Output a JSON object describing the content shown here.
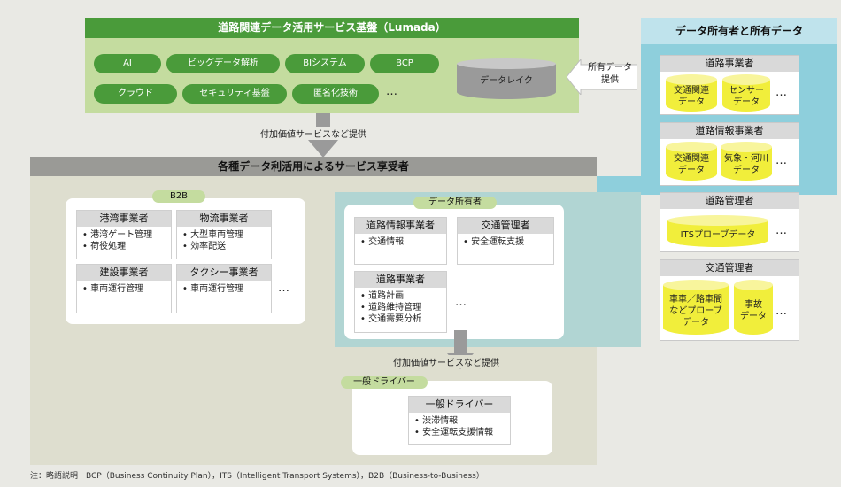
{
  "platform": {
    "title": "道路関連データ活用サービス基盤（Lumada）",
    "services": [
      "AI",
      "ビッグデータ解析",
      "BIシステム",
      "BCP",
      "クラウド",
      "セキュリティ基盤",
      "匿名化技術"
    ],
    "more": "…",
    "datalake": "データレイク"
  },
  "provide_label": "所有データ\n提供",
  "owners_panel": {
    "title": "データ所有者と所有データ",
    "groups": [
      {
        "name": "道路事業者",
        "data": [
          "交通関連\nデータ",
          "センサー\nデータ"
        ],
        "more": "…"
      },
      {
        "name": "道路情報事業者",
        "data": [
          "交通関連\nデータ",
          "気象・河川\nデータ"
        ],
        "more": "…"
      },
      {
        "name": "道路管理者",
        "data": [
          "ITSプローブデータ"
        ],
        "more": "…"
      },
      {
        "name": "交通管理者",
        "data": [
          "車車／路車間\nなどプローブ\nデータ",
          "事故\nデータ"
        ],
        "more": "…"
      }
    ]
  },
  "arrow1_label": "付加価値サービスなど提供",
  "consumers": {
    "title": "各種データ利活用によるサービス享受者",
    "b2b": {
      "tag": "B2B",
      "cards": [
        {
          "name": "港湾事業者",
          "items": [
            "港湾ゲート管理",
            "荷役処理"
          ]
        },
        {
          "name": "物流事業者",
          "items": [
            "大型車両管理",
            "効率配送"
          ]
        },
        {
          "name": "建設事業者",
          "items": [
            "車両運行管理"
          ]
        },
        {
          "name": "タクシー事業者",
          "items": [
            "車両運行管理"
          ]
        }
      ],
      "more": "…"
    },
    "owners": {
      "tag": "データ所有者",
      "cards": [
        {
          "name": "道路情報事業者",
          "items": [
            "交通情報"
          ]
        },
        {
          "name": "交通管理者",
          "items": [
            "安全運転支援"
          ]
        },
        {
          "name": "道路事業者",
          "items": [
            "道路計画",
            "道路維持管理",
            "交通需要分析"
          ]
        }
      ],
      "more": "…"
    },
    "arrow2_label": "付加価値サービスなど提供",
    "drivers": {
      "tag": "一般ドライバー",
      "card": {
        "name": "一般ドライバー",
        "items": [
          "渋滞情報",
          "安全運転支援情報"
        ]
      }
    }
  },
  "footnote": "注：略語説明　BCP（Business Continuity Plan），ITS（Intelligent Transport Systems），B2B（Business-to-Business）",
  "colors": {
    "green": "#4a9b3a",
    "light_green": "#c4dc9f",
    "teal": "#8ecfdc",
    "yellow": "#f1ee3b"
  }
}
